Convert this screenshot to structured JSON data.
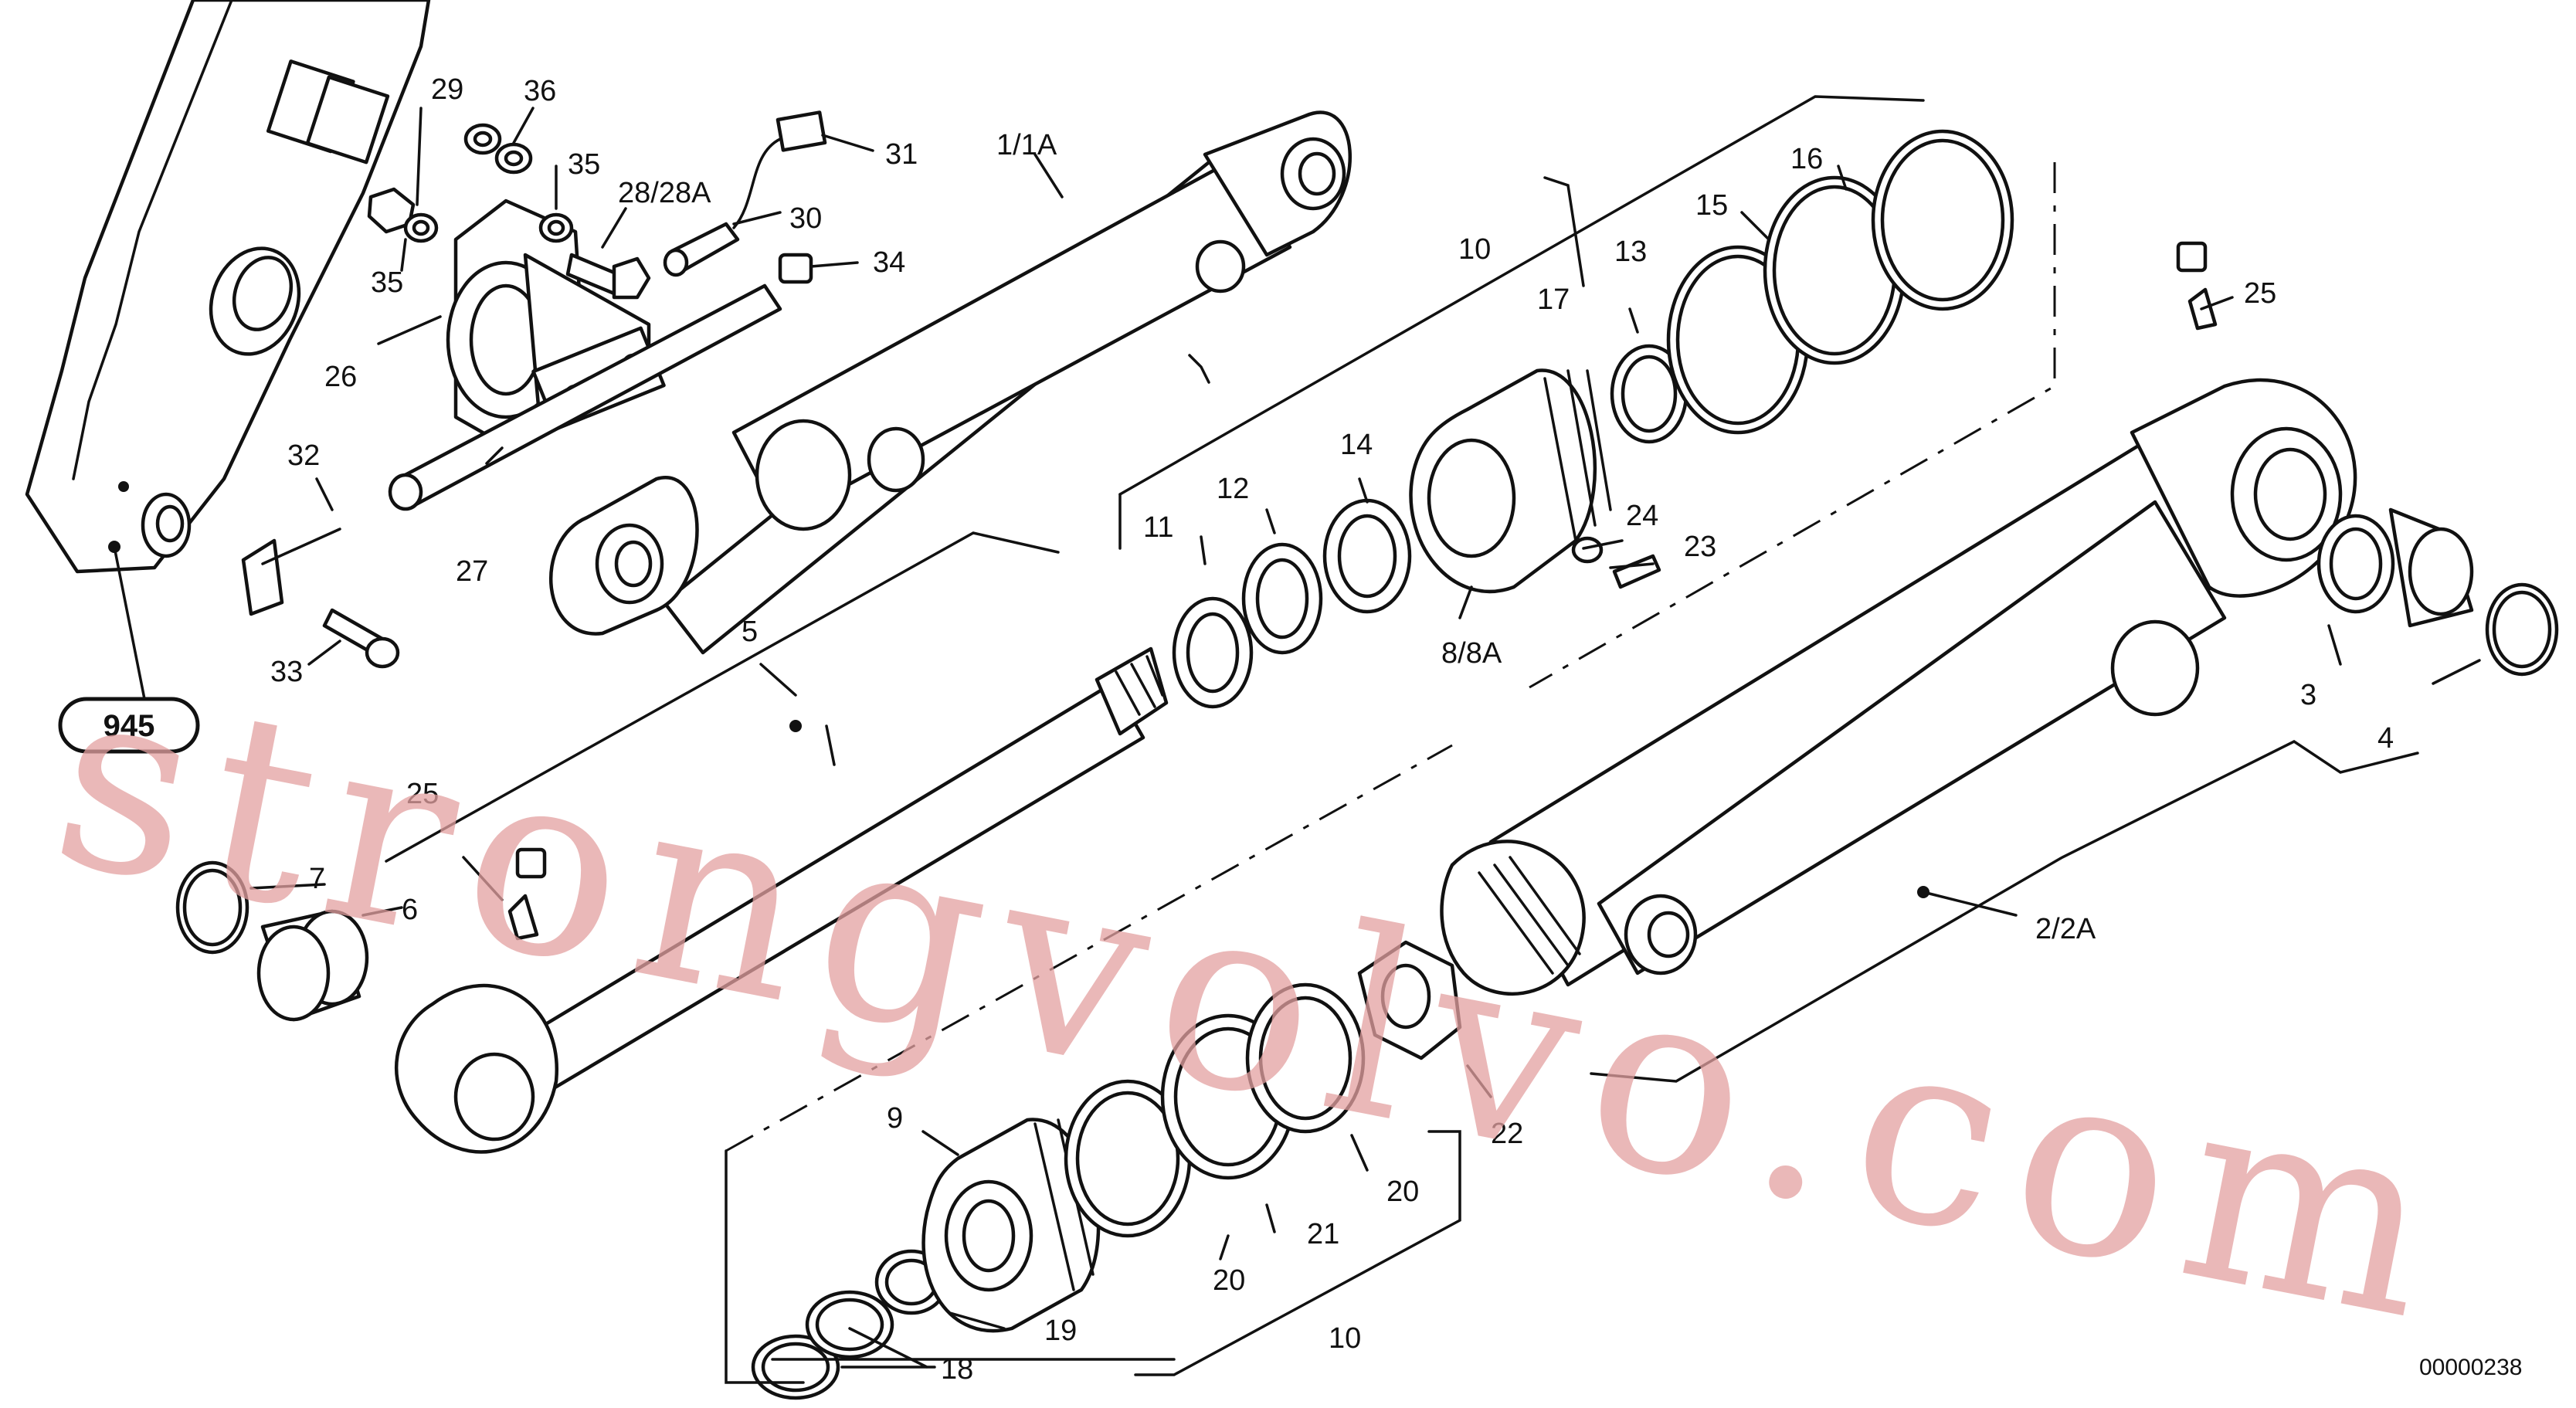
{
  "diagram": {
    "callouts": {
      "c1_1A": "1/1A",
      "c2_2A": "2/2A",
      "c3": "3",
      "c4": "4",
      "c5": "5",
      "c6": "6",
      "c7": "7",
      "c8_8A": "8/8A",
      "c9": "9",
      "c10_top": "10",
      "c10_bottom": "10",
      "c11": "11",
      "c12": "12",
      "c13": "13",
      "c14": "14",
      "c15": "15",
      "c16": "16",
      "c17": "17",
      "c18": "18",
      "c19": "19",
      "c20_upper": "20",
      "c20_lower": "20",
      "c21": "21",
      "c22": "22",
      "c23": "23",
      "c24": "24",
      "c25_right": "25",
      "c25_left": "25",
      "c26": "26",
      "c27": "27",
      "c28_28A": "28/28A",
      "c29": "29",
      "c30": "30",
      "c31": "31",
      "c32": "32",
      "c33": "33",
      "c34": "34",
      "c35_top": "35",
      "c35_bottom": "35",
      "c36": "36"
    },
    "badge": "945",
    "drawing_number": "00000238",
    "watermark": "strongvolvo.com"
  }
}
